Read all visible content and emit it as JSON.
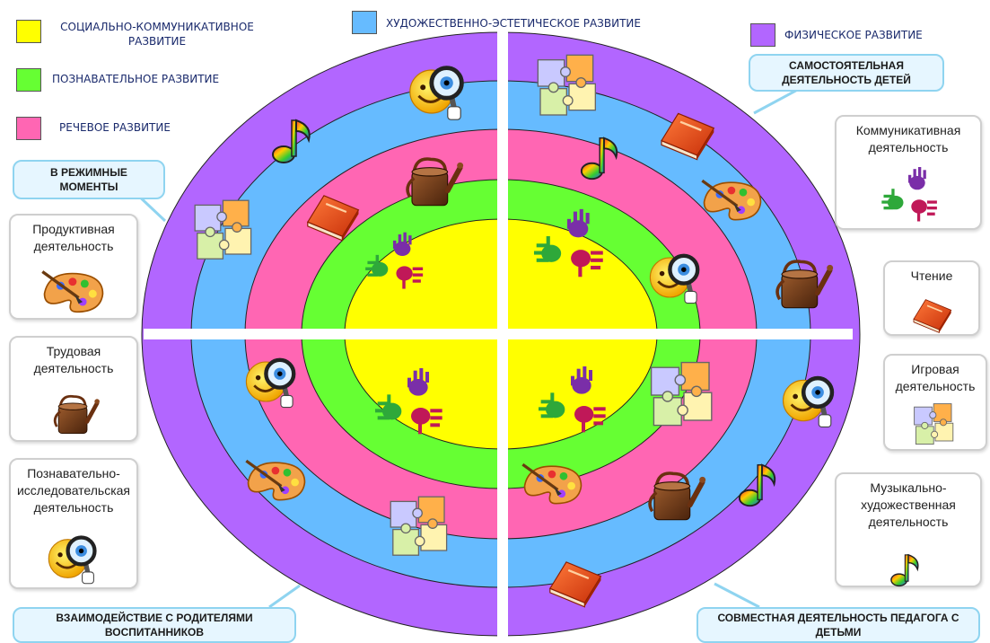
{
  "legend": [
    {
      "label": "СОЦИАЛЬНО-КОММУНИКАТИВНОЕ РАЗВИТИЕ",
      "color": "#ffff00"
    },
    {
      "label": "ХУДОЖЕСТВЕННО-ЭСТЕТИЧЕСКОЕ РАЗВИТИЕ",
      "color": "#66bbff"
    },
    {
      "label": "ФИЗИЧЕСКОЕ РАЗВИТИЕ",
      "color": "#b266ff"
    },
    {
      "label": "ПОЗНАВАТЕЛЬНОЕ РАЗВИТИЕ",
      "color": "#66ff33"
    },
    {
      "label": "РЕЧЕВОЕ РАЗВИТИЕ",
      "color": "#ff66b3"
    }
  ],
  "rings": {
    "outer": "#b266ff",
    "second": "#66bbff",
    "third": "#ff66b3",
    "fourth": "#66ff33",
    "center": "#ffff00"
  },
  "callouts": {
    "top_right": "САМОСТОЯТЕЛЬНАЯ ДЕЯТЕЛЬНОСТЬ ДЕТЕЙ",
    "left": "В РЕЖИМНЫЕ МОМЕНТЫ",
    "bottom_left": "ВЗАИМОДЕЙСТВИЕ С РОДИТЕЛЯМИ ВОСПИТАННИКОВ",
    "bottom_right": "СОВМЕСТНАЯ ДЕЯТЕЛЬНОСТЬ ПЕДАГОГА С ДЕТЬМИ"
  },
  "cards_left": [
    {
      "label": "Продуктивная деятельность",
      "icon": "palette-icon"
    },
    {
      "label": "Трудовая деятельность",
      "icon": "watering-can-icon"
    },
    {
      "label": "Познавательно-исследовательская деятельность",
      "icon": "magnifier-smiley-icon"
    }
  ],
  "cards_right": [
    {
      "label": "Коммуникативная деятельность",
      "icon": "handprints-icon"
    },
    {
      "label": "Чтение",
      "icon": "book-icon"
    },
    {
      "label": "Игровая деятельность",
      "icon": "puzzle-icon"
    },
    {
      "label": "Музыкально-художественная деятельность",
      "icon": "music-note-icon"
    }
  ]
}
